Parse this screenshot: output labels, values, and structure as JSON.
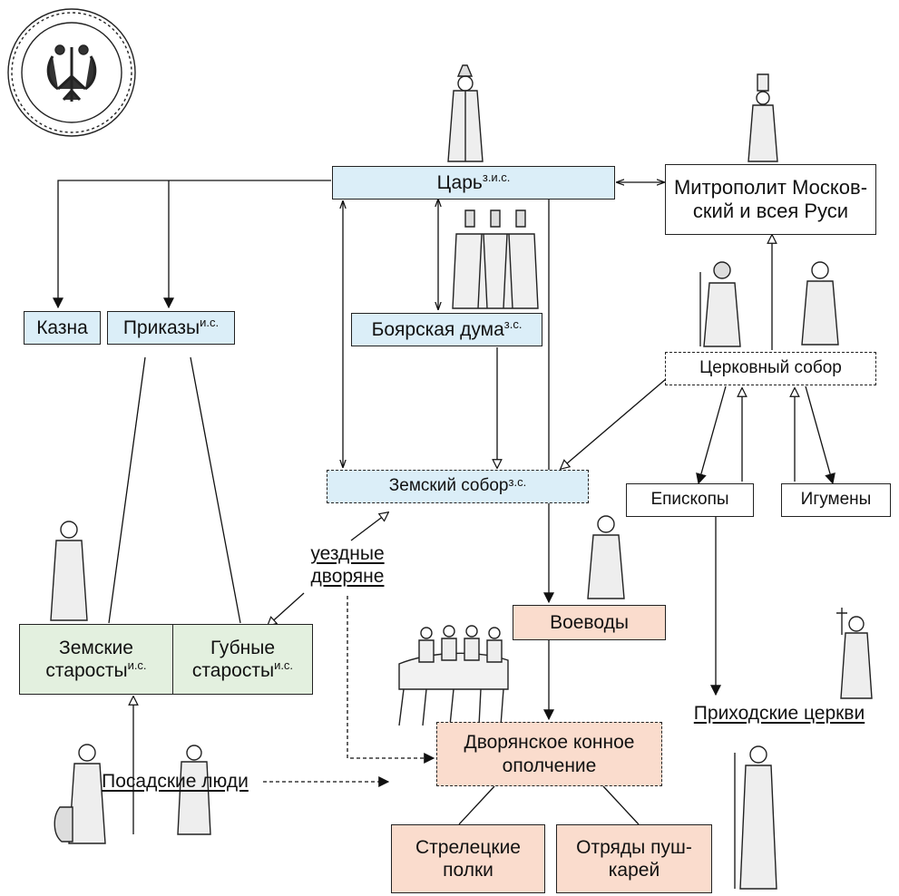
{
  "nodes": {
    "tsar": {
      "label": "Царь",
      "sup": "з.и.с."
    },
    "metropolitan": {
      "line1": "Митрополит Москов-",
      "line2": "ский и всея Руси"
    },
    "kazna": {
      "label": "Казна"
    },
    "prikazy": {
      "label": "Приказы",
      "sup": "и.с."
    },
    "boyar_duma": {
      "label": "Боярская дума",
      "sup": "з.с."
    },
    "church_council": {
      "label": "Церковный собор"
    },
    "zemsky_sobor": {
      "label": "Земский собор",
      "sup": "з.с."
    },
    "bishops": {
      "label": "Епископы"
    },
    "abbots": {
      "label": "Игумены"
    },
    "district_nobles": {
      "line1": "уездные",
      "line2": "дворяне"
    },
    "voevody": {
      "label": "Воеводы"
    },
    "zemskie_starosty": {
      "line1": "Земские",
      "line2": "старосты",
      "sup": "и.с."
    },
    "gubnye_starosty": {
      "line1": "Губные",
      "line2": "старосты",
      "sup": "и.с."
    },
    "parish_churches": {
      "label": "Приходские церкви"
    },
    "noble_militia": {
      "line1": "Дворянское конное",
      "line2": "ополчение"
    },
    "posad_people": {
      "label": "Посадские люди"
    },
    "streltsy": {
      "line1": "Стрелецкие",
      "line2": "полки"
    },
    "gunners": {
      "line1": "Отряды пуш-",
      "line2": "карей"
    }
  },
  "images": {
    "seal": "double-headed-eagle-seal",
    "figures": [
      "tsar-figure",
      "metropolitan-figure",
      "boyars-figure",
      "bishop-figure",
      "abbot-figure",
      "voevoda-figure",
      "cavalry-figure",
      "starosta-figure",
      "priest-figure",
      "merchant-figure",
      "craftsman-figure",
      "strelets-figure"
    ]
  },
  "colors": {
    "central_power": "#dbeef8",
    "local_power": "#e3f0df",
    "military": "#fadccd",
    "church": "#ffffff"
  }
}
